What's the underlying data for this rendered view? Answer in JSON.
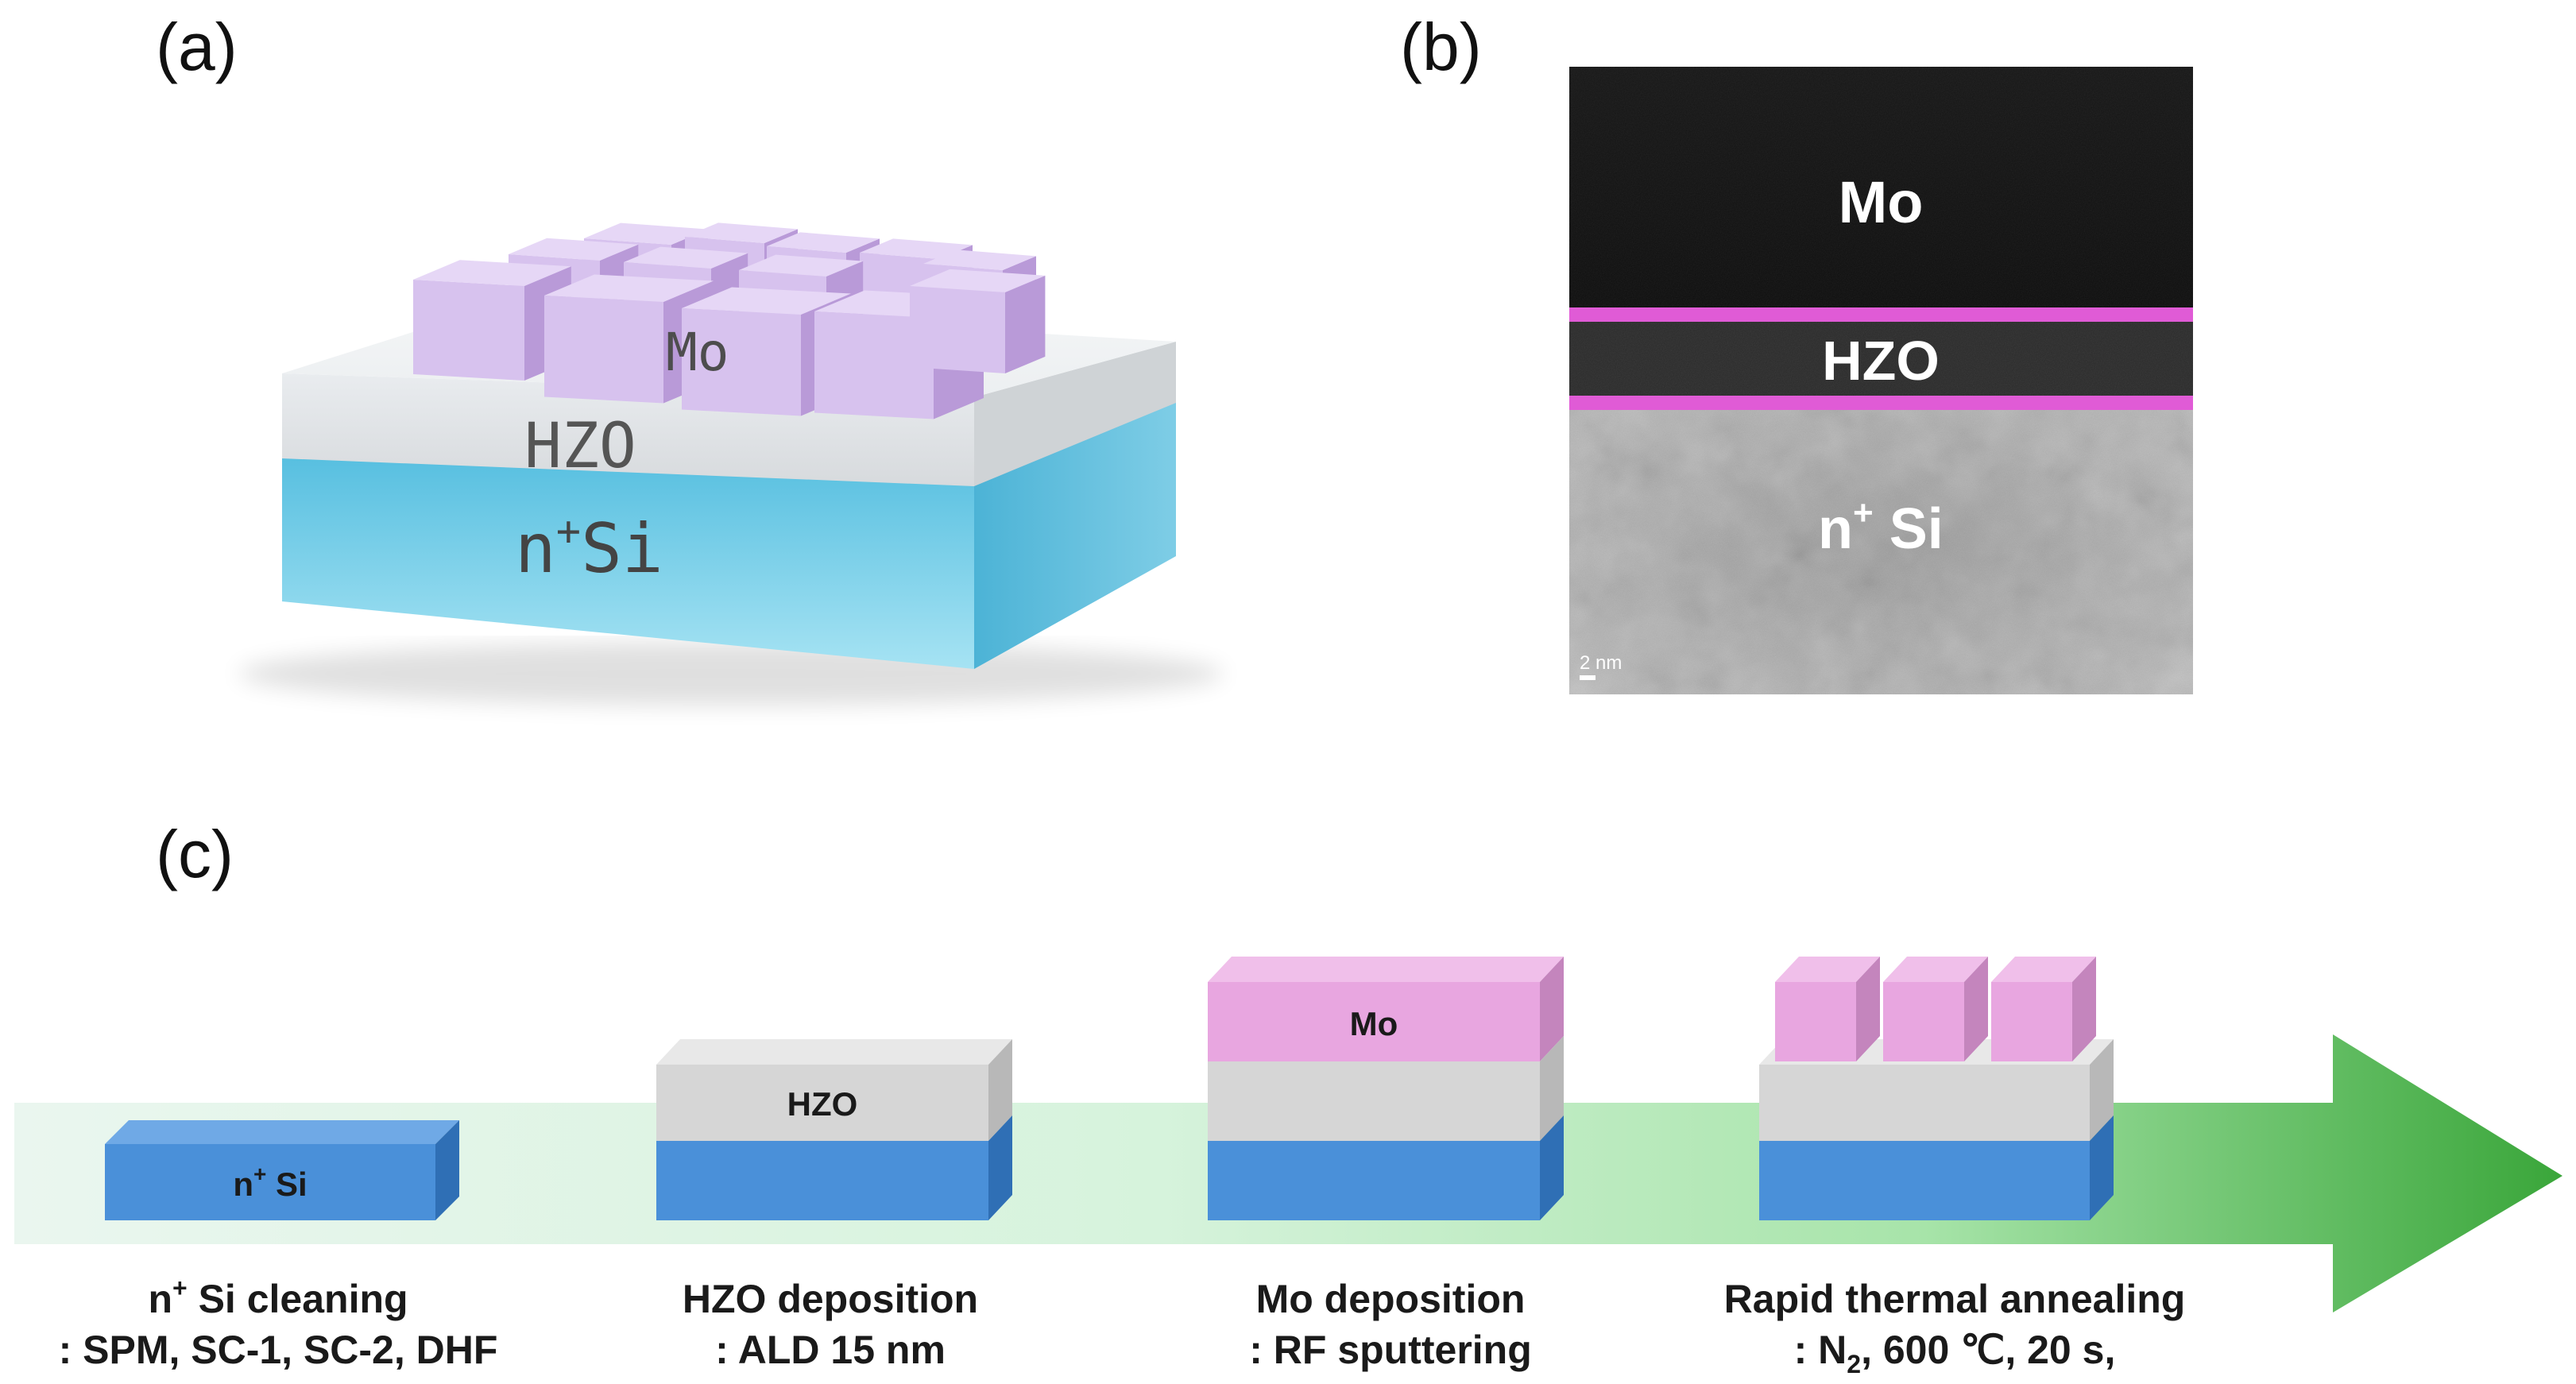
{
  "panels": {
    "a": {
      "label": "(a)",
      "layers": {
        "top": "Mo",
        "middle": "HZO",
        "bottom_base": "n",
        "bottom_sup": "+",
        "bottom_rest": "Si"
      }
    },
    "b": {
      "label": "(b)",
      "layers": {
        "top": "Mo",
        "middle": "HZO",
        "bottom_base": "n",
        "bottom_sup": "+",
        "bottom_rest": " Si"
      },
      "scale_bar": "2 nm"
    },
    "c": {
      "label": "(c)",
      "steps": [
        {
          "box_label_base": "n",
          "box_label_sup": "+",
          "box_label_rest": " Si",
          "caption_line1_base": "n",
          "caption_line1_sup": "+",
          "caption_line1_rest": " Si cleaning",
          "caption_line2": ": SPM, SC-1, SC-2, DHF"
        },
        {
          "box_label": "HZO",
          "caption_line1": "HZO deposition",
          "caption_line2": ": ALD 15 nm"
        },
        {
          "box_label": "Mo",
          "caption_line1": "Mo deposition",
          "caption_line2": ": RF sputtering"
        },
        {
          "caption_line1": "Rapid thermal annealing",
          "caption_line2_a": ": N",
          "caption_line2_sub": "2",
          "caption_line2_b": ", 600 ℃, 20 s,"
        }
      ]
    }
  },
  "colors": {
    "mo": "#e8a6e0",
    "mo_side": "#c485bd",
    "hzo": "#d6d6d6",
    "hzo_top": "#e8e8e8",
    "si": "#4a90d9",
    "si_top": "#6fa9e6",
    "si_side": "#2f6fb5",
    "mo_3d": "#d9c3ef",
    "tem_line": "#e05bd6",
    "arrow": "#3ea83a"
  }
}
